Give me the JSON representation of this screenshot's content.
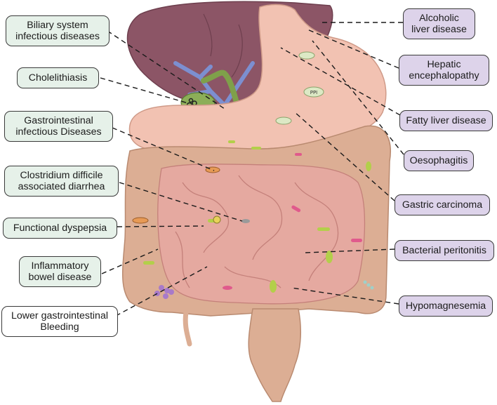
{
  "left_labels": [
    {
      "id": "biliary",
      "text": "Biliary system\ninfectious diseases"
    },
    {
      "id": "cholelithiasis",
      "text": "Cholelithiasis"
    },
    {
      "id": "gi-infectious",
      "text": "Gastrointestinal\ninfectious Diseases"
    },
    {
      "id": "clostridium",
      "text": "Clostridium difficile\nassociated diarrhea"
    },
    {
      "id": "dyspepsia",
      "text": "Functional dyspepsia"
    },
    {
      "id": "ibd",
      "text": "Inflammatory\nbowel disease"
    },
    {
      "id": "lower-gi",
      "text": "Lower gastrointestinal\nBleeding"
    }
  ],
  "right_labels": [
    {
      "id": "alcoholic",
      "text": "Alcoholic\nliver disease"
    },
    {
      "id": "hepatic",
      "text": "Hepatic\nencephalopathy"
    },
    {
      "id": "fatty",
      "text": "Fatty liver disease"
    },
    {
      "id": "oesophagitis",
      "text": "Oesophagitis"
    },
    {
      "id": "gastric",
      "text": "Gastric carcinoma"
    },
    {
      "id": "peritonitis",
      "text": "Bacterial peritonitis"
    },
    {
      "id": "hypomagnesemia",
      "text": "Hypomagnesemia"
    }
  ],
  "ppi_label": "PPI",
  "colors": {
    "left_box_fill": "#e6f1e9",
    "right_box_fill": "#ddd3ea",
    "liver": "#8c5566",
    "stomach": "#f2c2b2",
    "intestine": "#dcae94",
    "small_intestine": "#e5a9a0",
    "bile_duct_green": "#7fa04a",
    "vein_blue": "#7c8fd0"
  }
}
